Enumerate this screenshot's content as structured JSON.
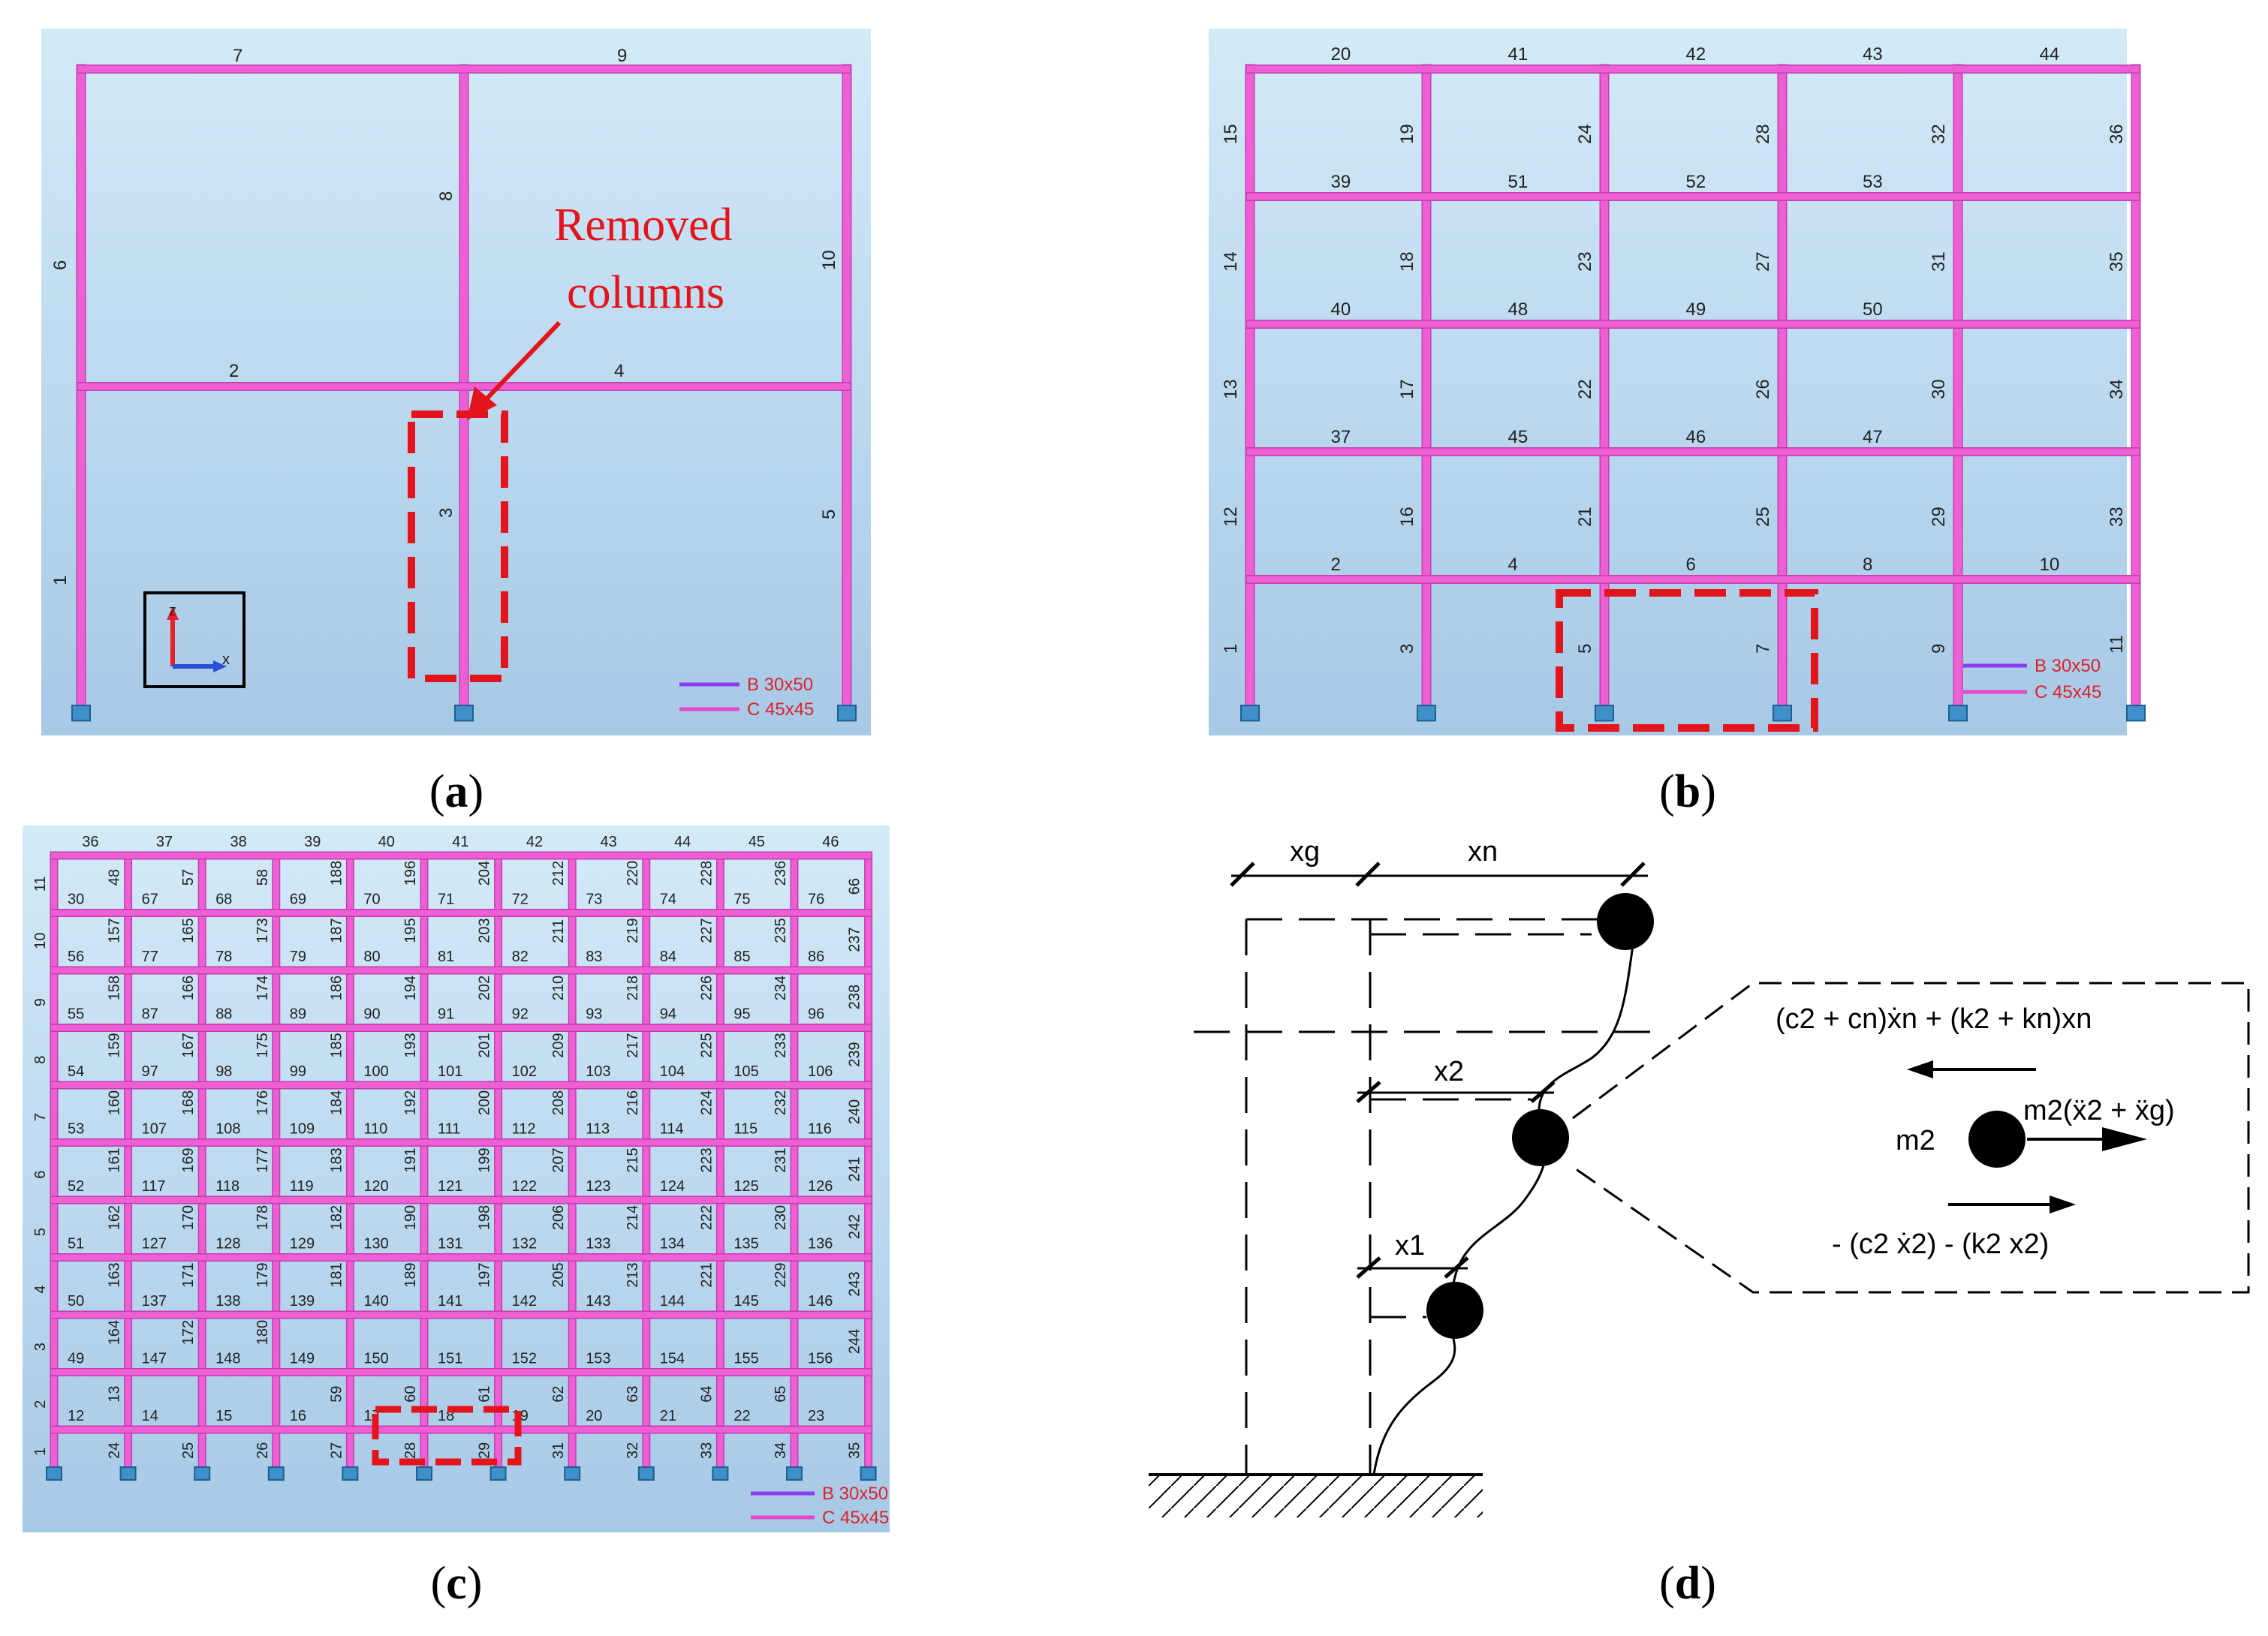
{
  "colors": {
    "panel_top": "#cfe7f7",
    "panel_bottom": "#a8cbe7",
    "member": "#ee5fd4",
    "member_dark": "#c23db0",
    "support": "#3f8fc9",
    "removed": "#e3141b",
    "legend_b": "#8a3cf0",
    "legend_c": "#e24ac9"
  },
  "captions": {
    "a": "a",
    "b": "b",
    "c": "c",
    "d": "d"
  },
  "legend": {
    "beam": "B 30x50",
    "column": "C 45x45"
  },
  "panel_a": {
    "annotation_line1": "Removed",
    "annotation_line2": "columns",
    "axis_z": "z",
    "axis_x": "x",
    "labels": {
      "top_left_beam": "7",
      "top_right_beam": "9",
      "mid_left_beam": "2",
      "mid_right_beam": "4",
      "col_left_lower": "1",
      "col_left_upper": "6",
      "col_mid_lower": "3",
      "col_mid_upper": "8",
      "col_right_lower": "5",
      "col_right_upper": "10"
    }
  },
  "panel_b": {
    "beam_rows": [
      [
        "20",
        "41",
        "42",
        "43",
        "44"
      ],
      [
        "39",
        "51",
        "52",
        "53",
        ""
      ],
      [
        "40",
        "48",
        "49",
        "50",
        ""
      ],
      [
        "37",
        "45",
        "46",
        "47",
        ""
      ],
      [
        "2",
        "4",
        "6",
        "8",
        "10"
      ]
    ],
    "column_rows": [
      [
        "15",
        "19",
        "24",
        "28",
        "32",
        "36"
      ],
      [
        "14",
        "18",
        "23",
        "27",
        "31",
        "35"
      ],
      [
        "13",
        "17",
        "22",
        "26",
        "30",
        "34"
      ],
      [
        "12",
        "16",
        "21",
        "25",
        "29",
        "33"
      ],
      [
        "1",
        "3",
        "5",
        "7",
        "9",
        "11"
      ]
    ]
  },
  "panel_c": {
    "top_beams": [
      "36",
      "37",
      "38",
      "39",
      "40",
      "41",
      "42",
      "43",
      "44",
      "45",
      "46"
    ],
    "left_columns": [
      "11",
      "10",
      "9",
      "8",
      "7",
      "6",
      "5",
      "4",
      "3",
      "2",
      "1"
    ],
    "bottom_columns": [
      "24",
      "25",
      "26",
      "27",
      "28",
      "29",
      "31",
      "32",
      "33",
      "34",
      "35"
    ],
    "right_columns": [
      "66",
      "237",
      "238",
      "239",
      "240",
      "241",
      "242",
      "243",
      "244",
      ""
    ],
    "cell_rows": [
      [
        "30",
        "67",
        "68",
        "69",
        "70",
        "71",
        "72",
        "73",
        "74",
        "75",
        "76"
      ],
      [
        "56",
        "77",
        "78",
        "79",
        "80",
        "81",
        "82",
        "83",
        "84",
        "85",
        "86"
      ],
      [
        "55",
        "87",
        "88",
        "89",
        "90",
        "91",
        "92",
        "93",
        "94",
        "95",
        "96"
      ],
      [
        "54",
        "97",
        "98",
        "99",
        "100",
        "101",
        "102",
        "103",
        "104",
        "105",
        "106"
      ],
      [
        "53",
        "107",
        "108",
        "109",
        "110",
        "111",
        "112",
        "113",
        "114",
        "115",
        "116"
      ],
      [
        "52",
        "117",
        "118",
        "119",
        "120",
        "121",
        "122",
        "123",
        "124",
        "125",
        "126"
      ],
      [
        "51",
        "127",
        "128",
        "129",
        "130",
        "131",
        "132",
        "133",
        "134",
        "135",
        "136"
      ],
      [
        "50",
        "137",
        "138",
        "139",
        "140",
        "141",
        "142",
        "143",
        "144",
        "145",
        "146"
      ],
      [
        "49",
        "147",
        "148",
        "149",
        "150",
        "151",
        "152",
        "153",
        "154",
        "155",
        "156"
      ],
      [
        "12",
        "14",
        "15",
        "16",
        "17",
        "18",
        "19",
        "20",
        "21",
        "22",
        "23"
      ]
    ],
    "inner_columns": [
      [
        "48",
        "57",
        "58",
        "188",
        "196",
        "204",
        "212",
        "220",
        "228",
        "236"
      ],
      [
        "157",
        "165",
        "173",
        "187",
        "195",
        "203",
        "211",
        "219",
        "227",
        "235"
      ],
      [
        "158",
        "166",
        "174",
        "186",
        "194",
        "202",
        "210",
        "218",
        "226",
        "234"
      ],
      [
        "159",
        "167",
        "175",
        "185",
        "193",
        "201",
        "209",
        "217",
        "225",
        "233"
      ],
      [
        "160",
        "168",
        "176",
        "184",
        "192",
        "200",
        "208",
        "216",
        "224",
        "232"
      ],
      [
        "161",
        "169",
        "177",
        "183",
        "191",
        "199",
        "207",
        "215",
        "223",
        "231"
      ],
      [
        "162",
        "170",
        "178",
        "182",
        "190",
        "198",
        "206",
        "214",
        "222",
        "230"
      ],
      [
        "163",
        "171",
        "179",
        "181",
        "189",
        "197",
        "205",
        "213",
        "221",
        "229"
      ],
      [
        "164",
        "172",
        "180",
        "",
        "",
        "",
        "",
        "",
        "",
        ""
      ],
      [
        "13",
        "",
        "",
        "59",
        "60",
        "61",
        "62",
        "63",
        "64",
        "65"
      ]
    ]
  },
  "panel_d": {
    "xg": "xg",
    "xn": "xn",
    "x2": "x2",
    "x1": "x1",
    "m2": "m2",
    "force_top": "(c2 + cn)ẋn + (k2 + kn)xn",
    "inertia": "m2(ẍ2 + ẍg)",
    "force_bottom": "- (c2 ẋ2) - (k2 x2)"
  }
}
